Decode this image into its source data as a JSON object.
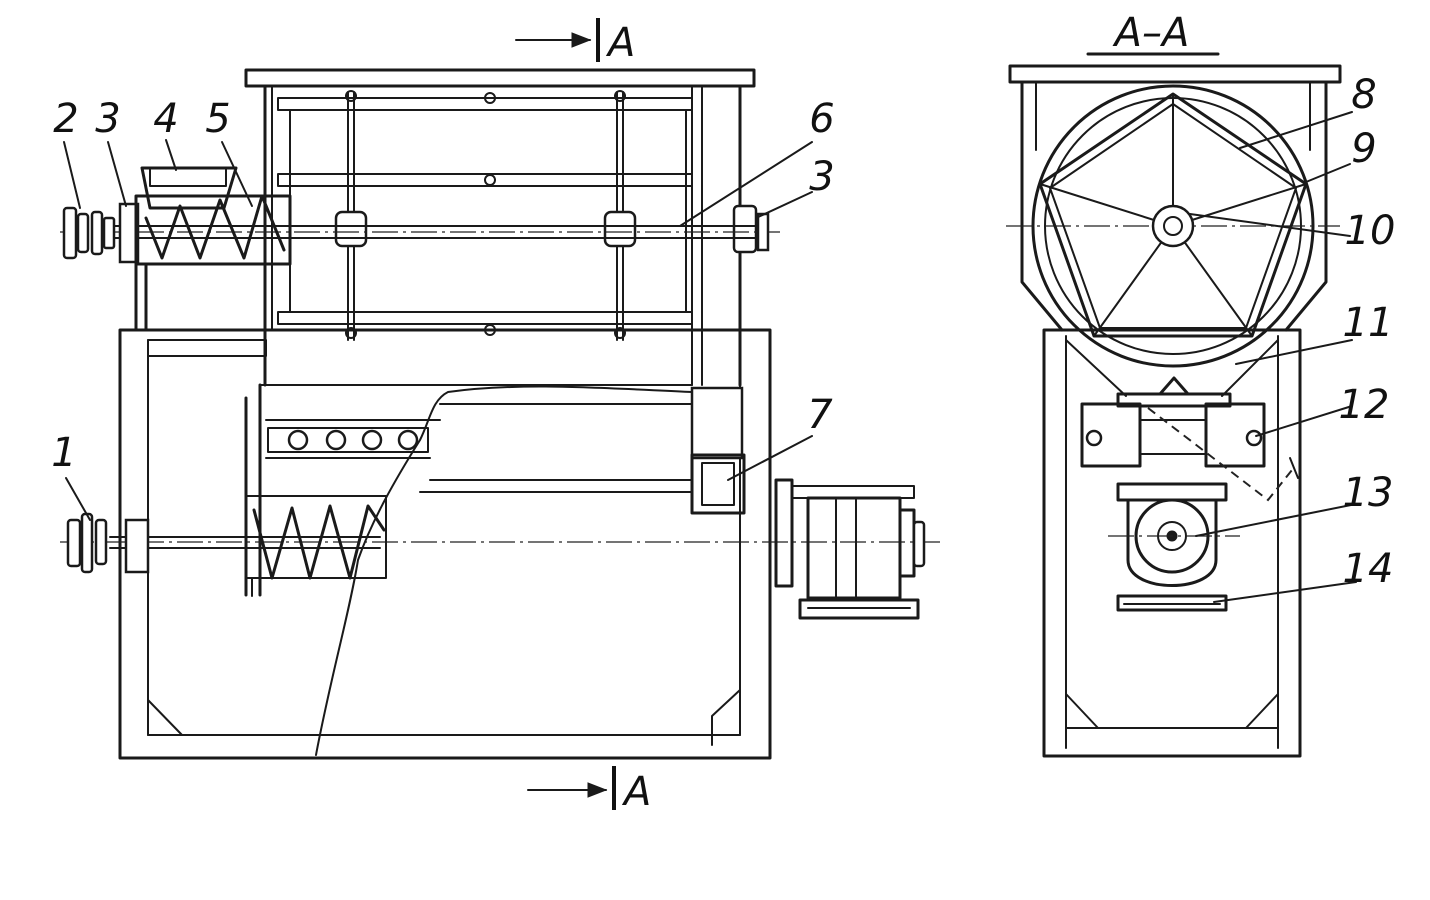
{
  "view_title": "A–A",
  "section_marks": {
    "top": "A",
    "bottom": "A"
  },
  "callouts": [
    "1",
    "2",
    "3",
    "4",
    "5",
    "6",
    "3",
    "7",
    "8",
    "9",
    "10",
    "11",
    "12",
    "13",
    "14"
  ]
}
